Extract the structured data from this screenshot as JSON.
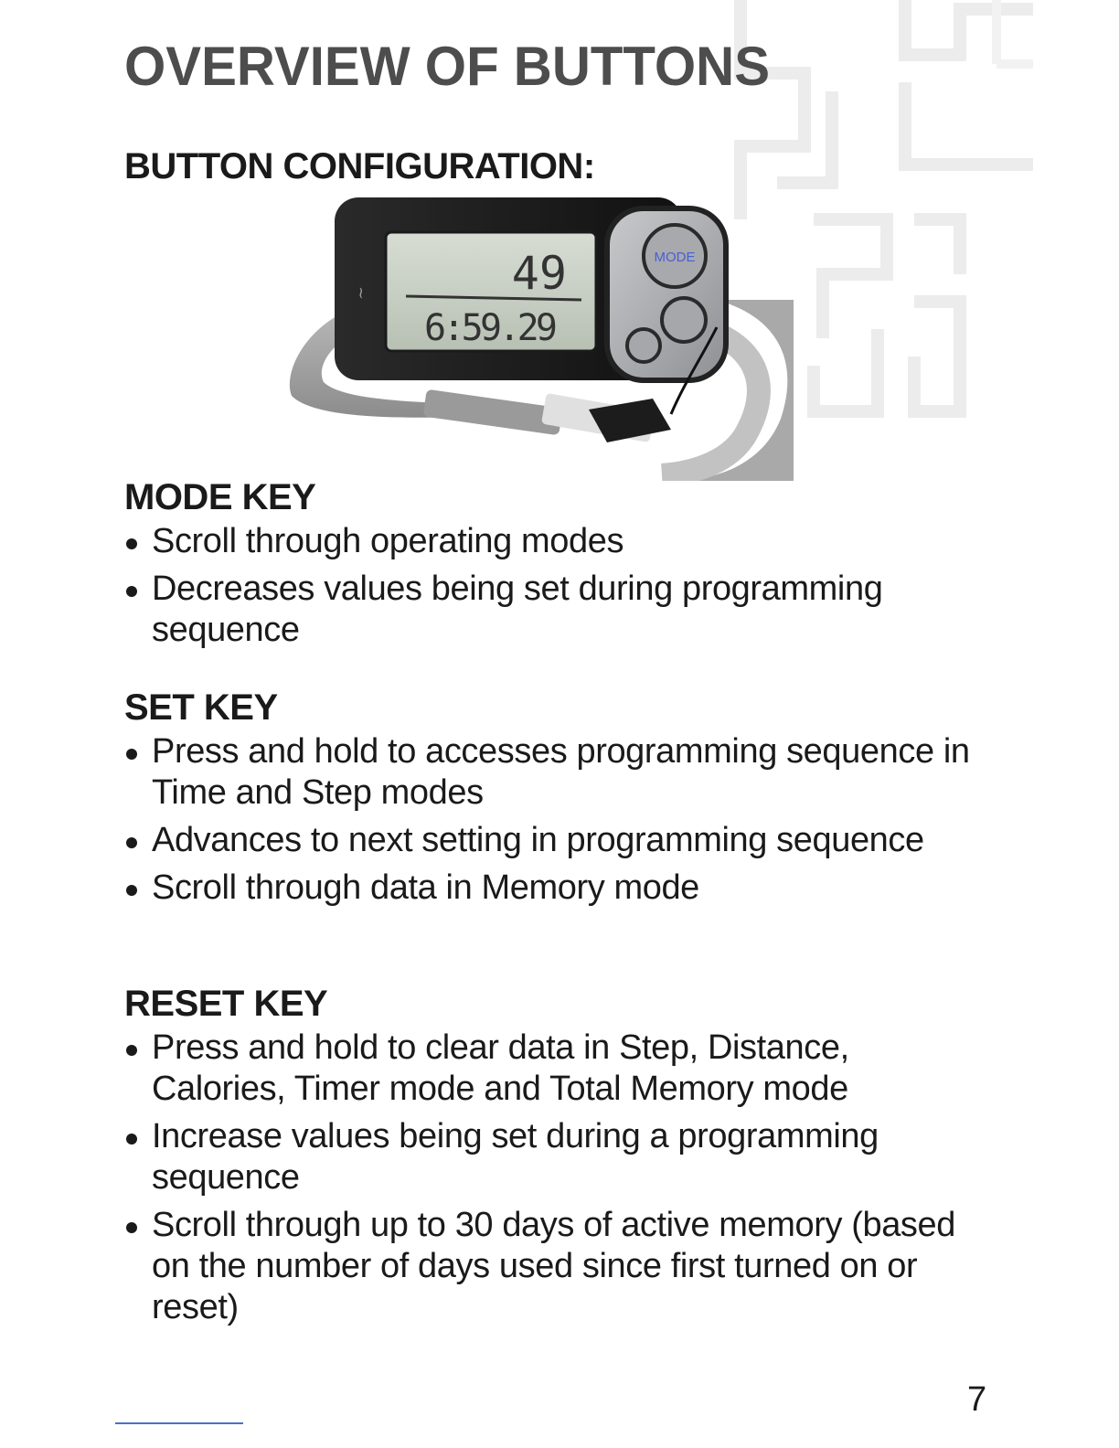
{
  "title": "OVERVIEW OF BUTTONS",
  "config_heading": "BUTTON CONFIGURATION:",
  "device": {
    "display_top": "49",
    "display_bottom": "6:59.29",
    "mode_button_label": "MODE"
  },
  "sections": [
    {
      "heading": "MODE KEY",
      "items": [
        "Scroll through operating modes",
        "Decreases values being set during programming sequence"
      ]
    },
    {
      "heading": "SET KEY",
      "items": [
        "Press and hold to accesses programming sequence in Time and Step modes",
        "Advances to next setting in programming sequence",
        "Scroll through data in Memory mode"
      ]
    },
    {
      "heading": "RESET KEY",
      "items": [
        "Press and hold to clear data in Step, Distance, Calories, Timer mode and Total Memory mode",
        "Increase values being set during a programming sequence",
        "Scroll through up to 30 days of active memory (based on the number of days used since first turned on or reset)"
      ]
    }
  ],
  "page_number": "7",
  "colors": {
    "title": "#4d4d4d",
    "text": "#1a1a1a",
    "mode_label": "#4a5fd0",
    "footer_rule": "#4a6fc9"
  }
}
